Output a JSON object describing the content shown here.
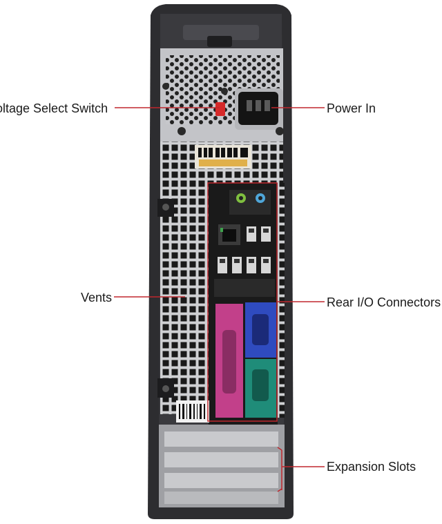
{
  "labels": {
    "voltage_select": "oltage Select Switch",
    "power_in": "Power In",
    "vents": "Vents",
    "rear_io": "Rear I/O Connectors",
    "expansion_slots": "Expansion Slots"
  },
  "colors": {
    "callout_line": "#c0272d",
    "chassis": "#2d2d30",
    "panel": "#bdbec2",
    "io_pink": "#c2408a",
    "io_blue": "#2f4bbf",
    "io_teal": "#1f8c79",
    "audio_green": "#7fbf3f",
    "audio_blue": "#4fa6d8",
    "switch_red": "#d62a2a"
  }
}
